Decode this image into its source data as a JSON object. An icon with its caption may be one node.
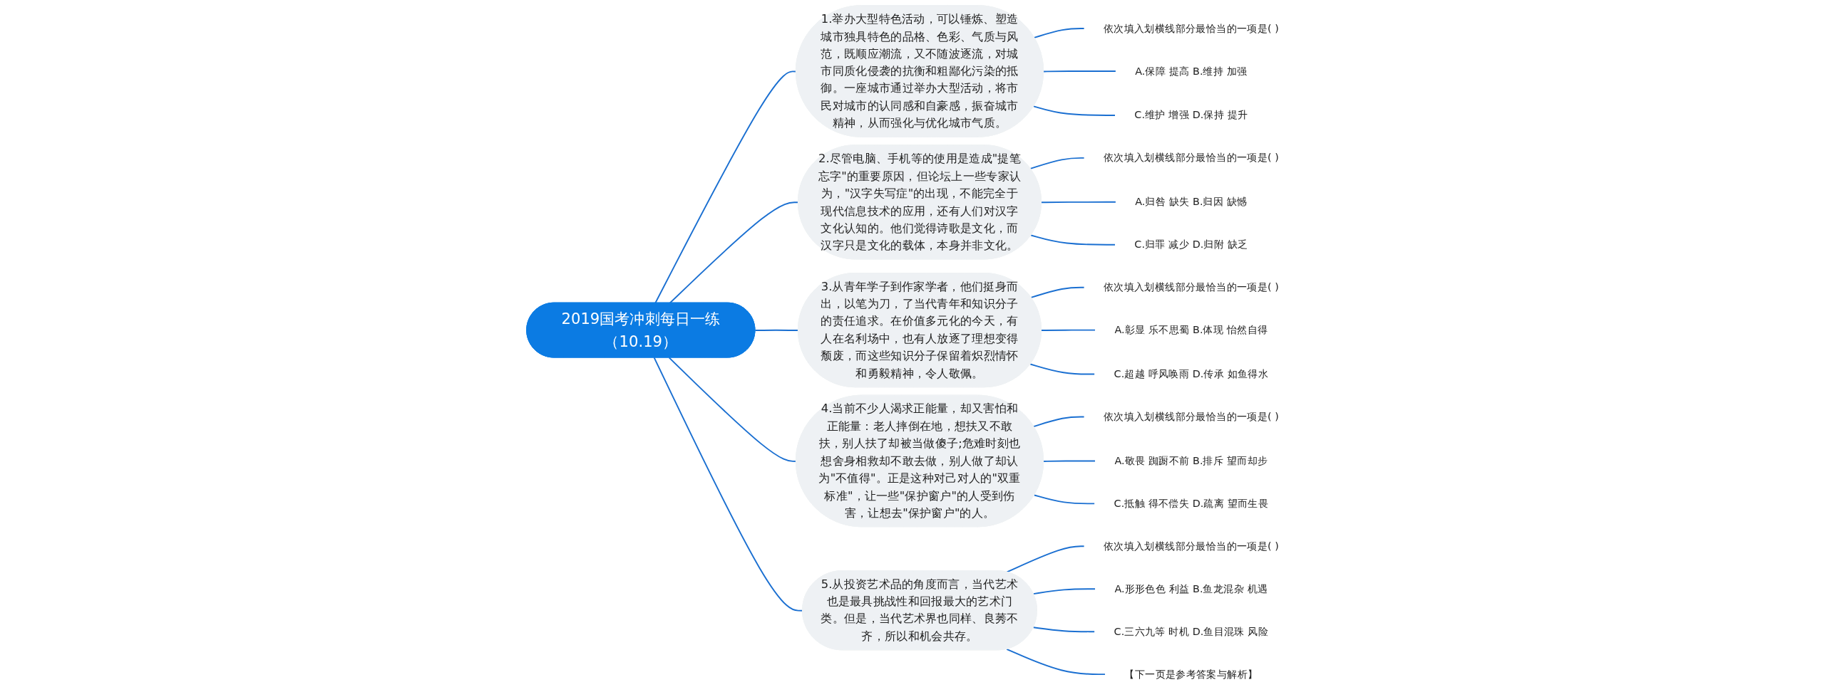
{
  "diagram": {
    "nodes": [
      {
        "text": [
          "2019国考冲刺每日一练（10.19）"
        ]
      },
      {
        "text": [
          "1.举办大型特色活动，可以锤炼、塑造城市独具特色的品格、色彩、气质与风范，既顺应潮流，又不随波逐流，对城市同质化侵袭的抗衡和粗鄙化污染的抵御。一座城市通过举办大型活动，将市民对城市的认同感和自豪感，振奋城市精神，从而强化与优化城市气质。"
        ]
      },
      {
        "text": [
          "依次填入划横线部分最恰当的一项是( )"
        ]
      },
      {
        "text": [
          "A.保障 提高 B.维持 加强"
        ]
      },
      {
        "text": [
          "C.维护 增强 D.保持 提升"
        ]
      },
      {
        "text": [
          "2.尽管电脑、手机等的使用是造成\"提笔忘字\"的重要原因，但论坛上一些专家认为，\"汉字失写症\"的出现，不能完全于现代信息技术的应用，还有人们对汉字文化认知的。他们觉得诗歌是文化，而汉字只是文化的载体，本身并非文化。"
        ]
      },
      {
        "text": [
          "依次填入划横线部分最恰当的一项是( )"
        ]
      },
      {
        "text": [
          "A.归咎 缺失 B.归因 缺憾"
        ]
      },
      {
        "text": [
          "C.归罪 减少 D.归附 缺乏"
        ]
      },
      {
        "text": [
          "3.从青年学子到作家学者，他们挺身而出，以笔为刀，了当代青年和知识分子的责任追求。在价值多元化的今天，有人在名利场中，也有人放逐了理想变得颓废，而这些知识分子保留着炽烈情怀和勇毅精神，令人敬佩。"
        ]
      },
      {
        "text": [
          "依次填入划横线部分最恰当的一项是( )"
        ]
      },
      {
        "text": [
          "A.彰显 乐不思蜀 B.体现 怡然自得"
        ]
      },
      {
        "text": [
          "C.超越 呼风唤雨 D.传承 如鱼得水"
        ]
      },
      {
        "text": [
          "4.当前不少人渴求正能量，却又害怕和正能量：老人摔倒在地，想扶又不敢扶，别人扶了却被当做傻子;危难时刻也想舍身相救却不敢去做，别人做了却认为\"不值得\"。正是这种对己对人的\"双重标准\"，让一些\"保护窗户\"的人受到伤害，让想去\"保护窗户\"的人。"
        ]
      },
      {
        "text": [
          "依次填入划横线部分最恰当的一项是( )"
        ]
      },
      {
        "text": [
          "A.敬畏 踟蹰不前 B.排斥 望而却步"
        ]
      },
      {
        "text": [
          "C.抵触 得不偿失 D.疏离 望而生畏"
        ]
      },
      {
        "text": [
          "5.从投资艺术品的角度而言，当代艺术也是最具挑战性和回报最大的艺术门类。但是，当代艺术界也同样、良莠不齐，所以和机会共存。"
        ]
      },
      {
        "text": [
          "依次填入划横线部分最恰当的一项是( )"
        ]
      },
      {
        "text": [
          "A.形形色色 利益 B.鱼龙混杂 机遇"
        ]
      },
      {
        "text": [
          "C.三六九等 时机 D.鱼目混珠 风险"
        ]
      },
      {
        "text": [
          "【下一页是参考答案与解析】"
        ]
      }
    ],
    "edges": [
      {
        "from": 0,
        "to": 1,
        "arrow": "none"
      },
      {
        "from": 1,
        "to": 2,
        "arrow": "none"
      },
      {
        "from": 1,
        "to": 3,
        "arrow": "none"
      },
      {
        "from": 1,
        "to": 4,
        "arrow": "none"
      },
      {
        "from": 0,
        "to": 5,
        "arrow": "none"
      },
      {
        "from": 5,
        "to": 6,
        "arrow": "none"
      },
      {
        "from": 5,
        "to": 7,
        "arrow": "none"
      },
      {
        "from": 5,
        "to": 8,
        "arrow": "none"
      },
      {
        "from": 0,
        "to": 9,
        "arrow": "none"
      },
      {
        "from": 9,
        "to": 10,
        "arrow": "none"
      },
      {
        "from": 9,
        "to": 11,
        "arrow": "none"
      },
      {
        "from": 9,
        "to": 12,
        "arrow": "none"
      },
      {
        "from": 0,
        "to": 13,
        "arrow": "none"
      },
      {
        "from": 13,
        "to": 14,
        "arrow": "none"
      },
      {
        "from": 13,
        "to": 15,
        "arrow": "none"
      },
      {
        "from": 13,
        "to": 16,
        "arrow": "none"
      },
      {
        "from": 0,
        "to": 17,
        "arrow": "none"
      },
      {
        "from": 17,
        "to": 18,
        "arrow": "none"
      },
      {
        "from": 17,
        "to": 19,
        "arrow": "none"
      },
      {
        "from": 17,
        "to": 20,
        "arrow": "none"
      },
      {
        "from": 17,
        "to": 21,
        "arrow": "none"
      }
    ]
  }
}
